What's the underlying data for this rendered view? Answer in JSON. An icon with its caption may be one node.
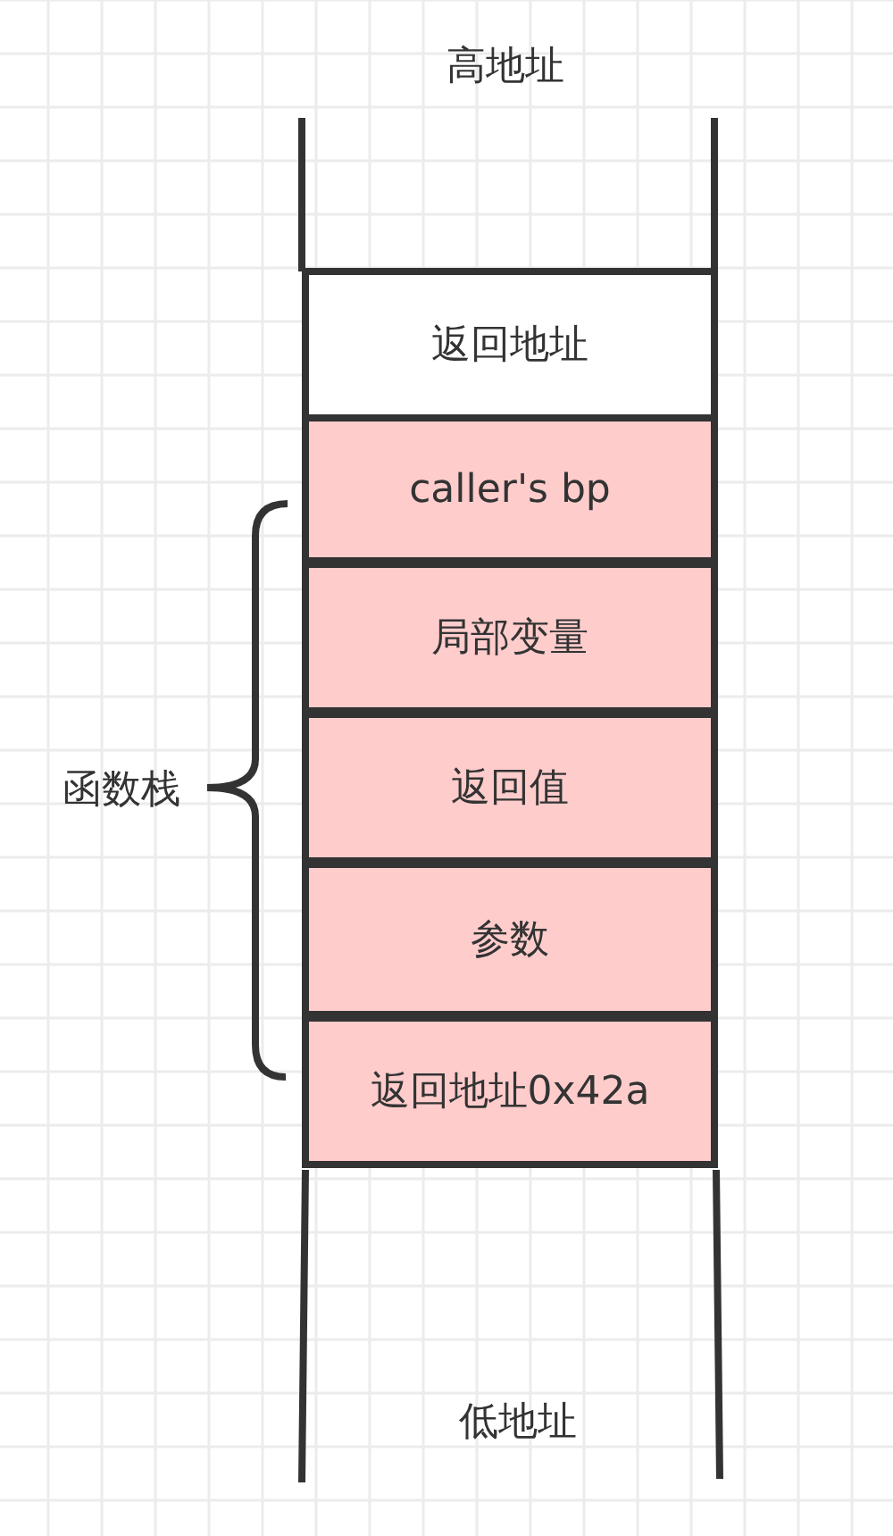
{
  "diagram": {
    "nodes": [
      {
        "text": [
          "返回地址"
        ]
      },
      {
        "text": [
          "caller's bp"
        ]
      },
      {
        "text": [
          "局部变量"
        ]
      },
      {
        "text": [
          "返回值"
        ]
      },
      {
        "text": [
          "参数"
        ]
      },
      {
        "text": [
          "返回地址0x42a"
        ]
      }
    ],
    "labels": [
      "高地址",
      "函数栈",
      "低地址"
    ]
  }
}
